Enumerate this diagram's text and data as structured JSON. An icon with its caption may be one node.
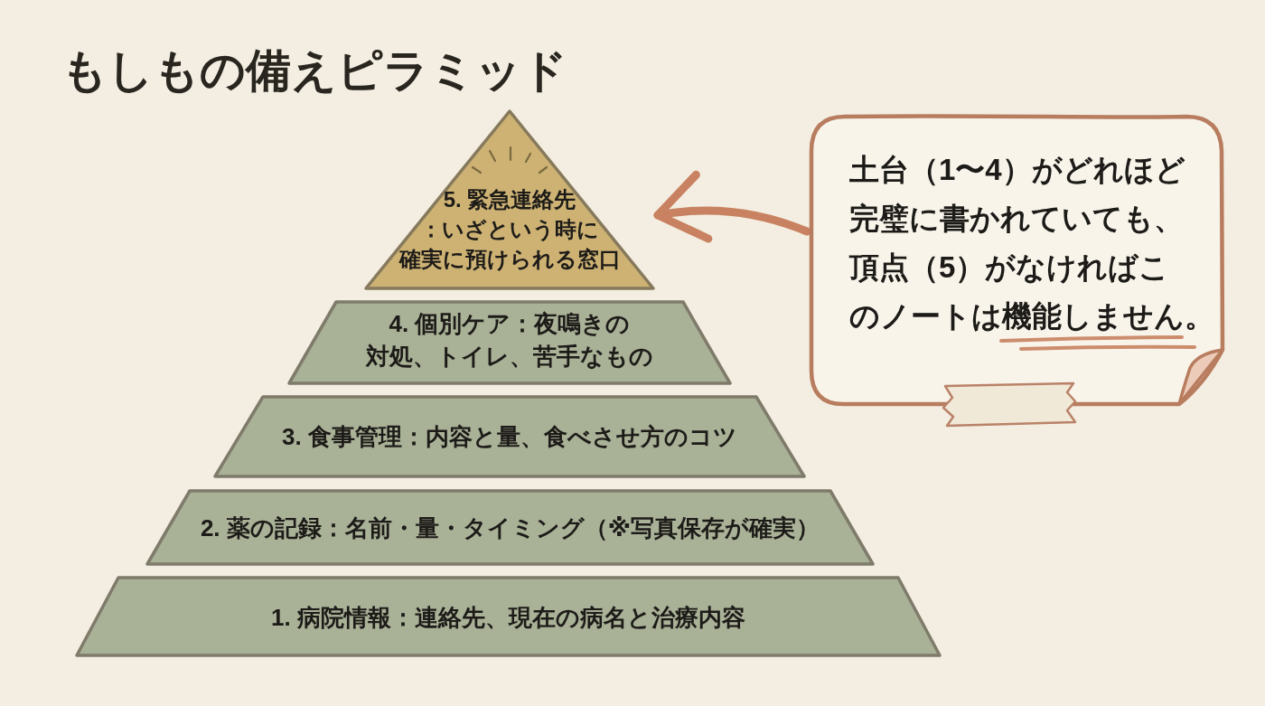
{
  "diagram": {
    "title": "もしもの備えピラミッド",
    "nodes": [
      {
        "text": [
          "5. 緊急連絡先：いざという時に確実に預けられる窓口"
        ]
      },
      {
        "text": [
          "4. 個別ケア：夜鳴きの対処、トイレ、苦手なもの"
        ]
      },
      {
        "text": [
          "3. 食事管理：内容と量、食べさせ方のコツ"
        ]
      },
      {
        "text": [
          "2. 薬の記録：名前・量・タイミング（※写真保存が確実）"
        ]
      },
      {
        "text": [
          "1. 病院情報：連絡先、現在の病名と治療内容"
        ]
      },
      {
        "text": [
          "土台（1〜4）がどれほど完璧に書かれていても、頂点（5）がなければこのノートは機能しません。"
        ]
      }
    ],
    "edges": [
      {
        "from": 5,
        "to": 0,
        "arrow": "to"
      }
    ]
  }
}
